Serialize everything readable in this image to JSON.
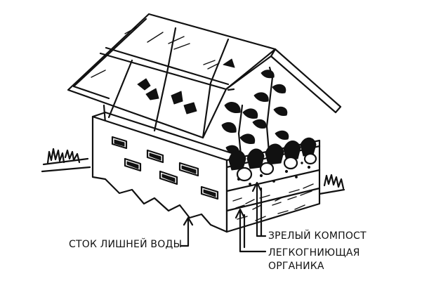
{
  "labels": {
    "excess_water_drain": "СТОК ЛИШНЕЙ ВОДЫ",
    "mature_compost": "ЗРЕЛЫЙ КОМПОСТ",
    "easily_decomposing_organic_line1": "ЛЕГКОГНИЮЩАЯ",
    "easily_decomposing_organic_line2": "ОРГАНИКА"
  },
  "colors": {
    "ink": "#111111",
    "background": "#ffffff"
  },
  "icons": [
    "greenhouse-frame-illustration",
    "planted-seedlings-illustration",
    "up-arrow-icon"
  ]
}
